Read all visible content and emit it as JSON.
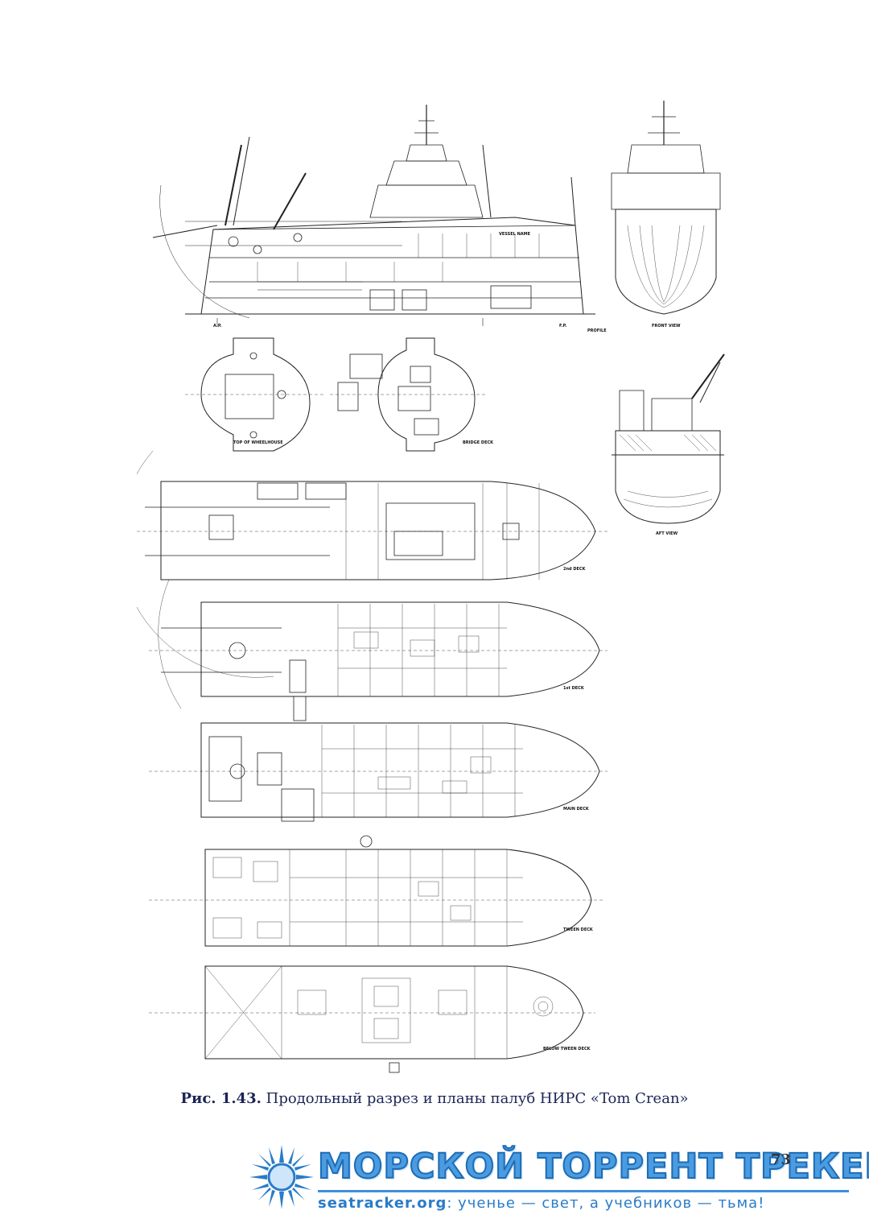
{
  "figure": {
    "drawing_labels": {
      "profile": "PROFILE",
      "front_view": "FRONT VIEW",
      "aft_view": "AFT VIEW",
      "top_of_wheelhouse": "TOP OF WHEELHOUSE",
      "bridge_deck": "BRIDGE DECK",
      "deck_2nd": "2nd DECK",
      "deck_1st": "1st DECK",
      "main_deck": "MAIN DECK",
      "tween_deck": "TWEEN DECK",
      "below_tween_deck": "BELOW TWEEN DECK",
      "vessel_name": "VESSEL NAME",
      "ap": "A.P.",
      "fp": "F.P."
    },
    "caption_number": "Рис. 1.43.",
    "caption_text": " Продольный разрез и планы палуб НИРС «Tom Crean»"
  },
  "page_number": "73",
  "banner": {
    "title": "МОРСКОЙ ТОРРЕНТ ТРЕКЕР",
    "site": "seatracker.org",
    "slogan": ": ученье — свет, а учебников — тьма!",
    "colors": {
      "primary": "#2a7cc8",
      "light": "#4a9be0"
    }
  }
}
